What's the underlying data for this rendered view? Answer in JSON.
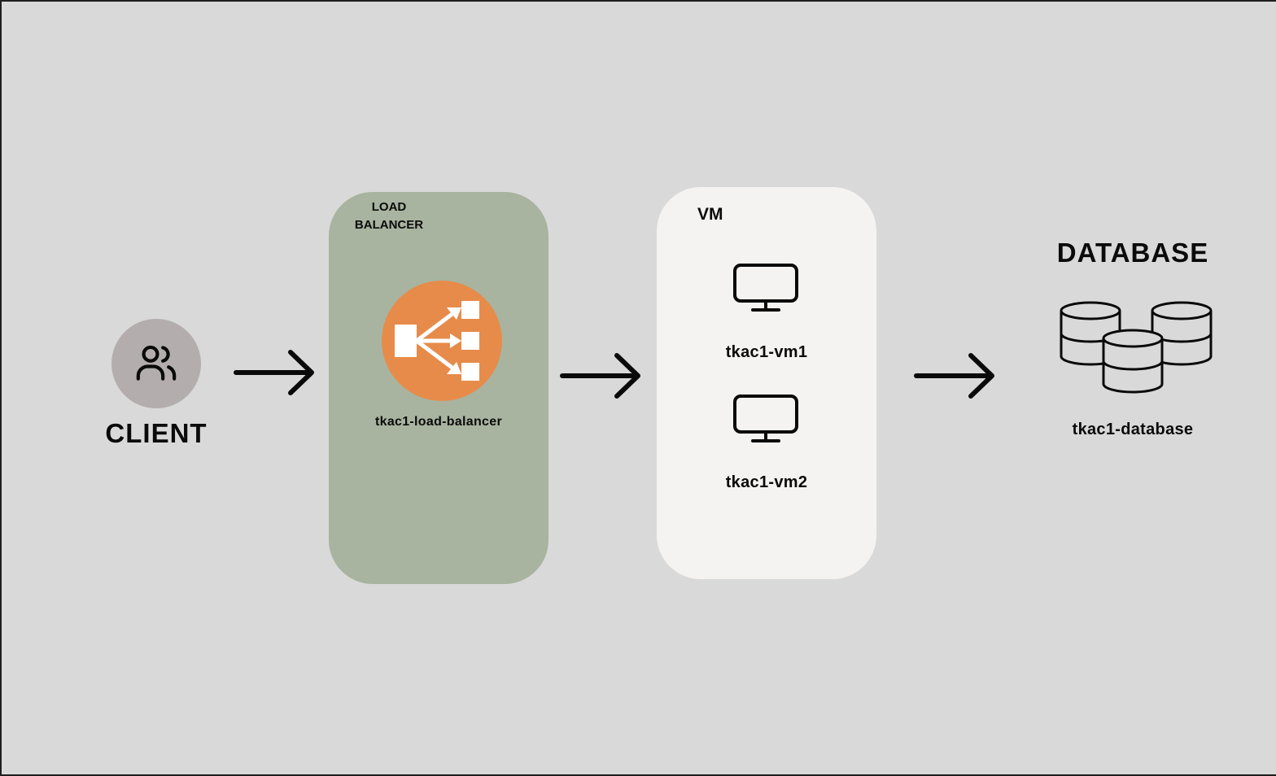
{
  "client": {
    "label": "CLIENT",
    "icon": "users-icon"
  },
  "load_balancer": {
    "title": "LOAD BALANCER",
    "name": "tkac1-load-balancer",
    "icon": "load-balancer-icon",
    "panel_color": "#a8b49f",
    "icon_color": "#e78b4a"
  },
  "vm": {
    "title": "VM",
    "panel_color": "#f5f3f1",
    "instances": [
      {
        "name": "tkac1-vm1",
        "icon": "monitor-icon"
      },
      {
        "name": "tkac1-vm2",
        "icon": "monitor-icon"
      }
    ]
  },
  "database": {
    "title": "DATABASE",
    "name": "tkac1-database",
    "icon": "database-icon"
  },
  "colors": {
    "background": "#d9d9d9",
    "client_circle": "#b3adad",
    "stroke": "#0a0a0a"
  }
}
